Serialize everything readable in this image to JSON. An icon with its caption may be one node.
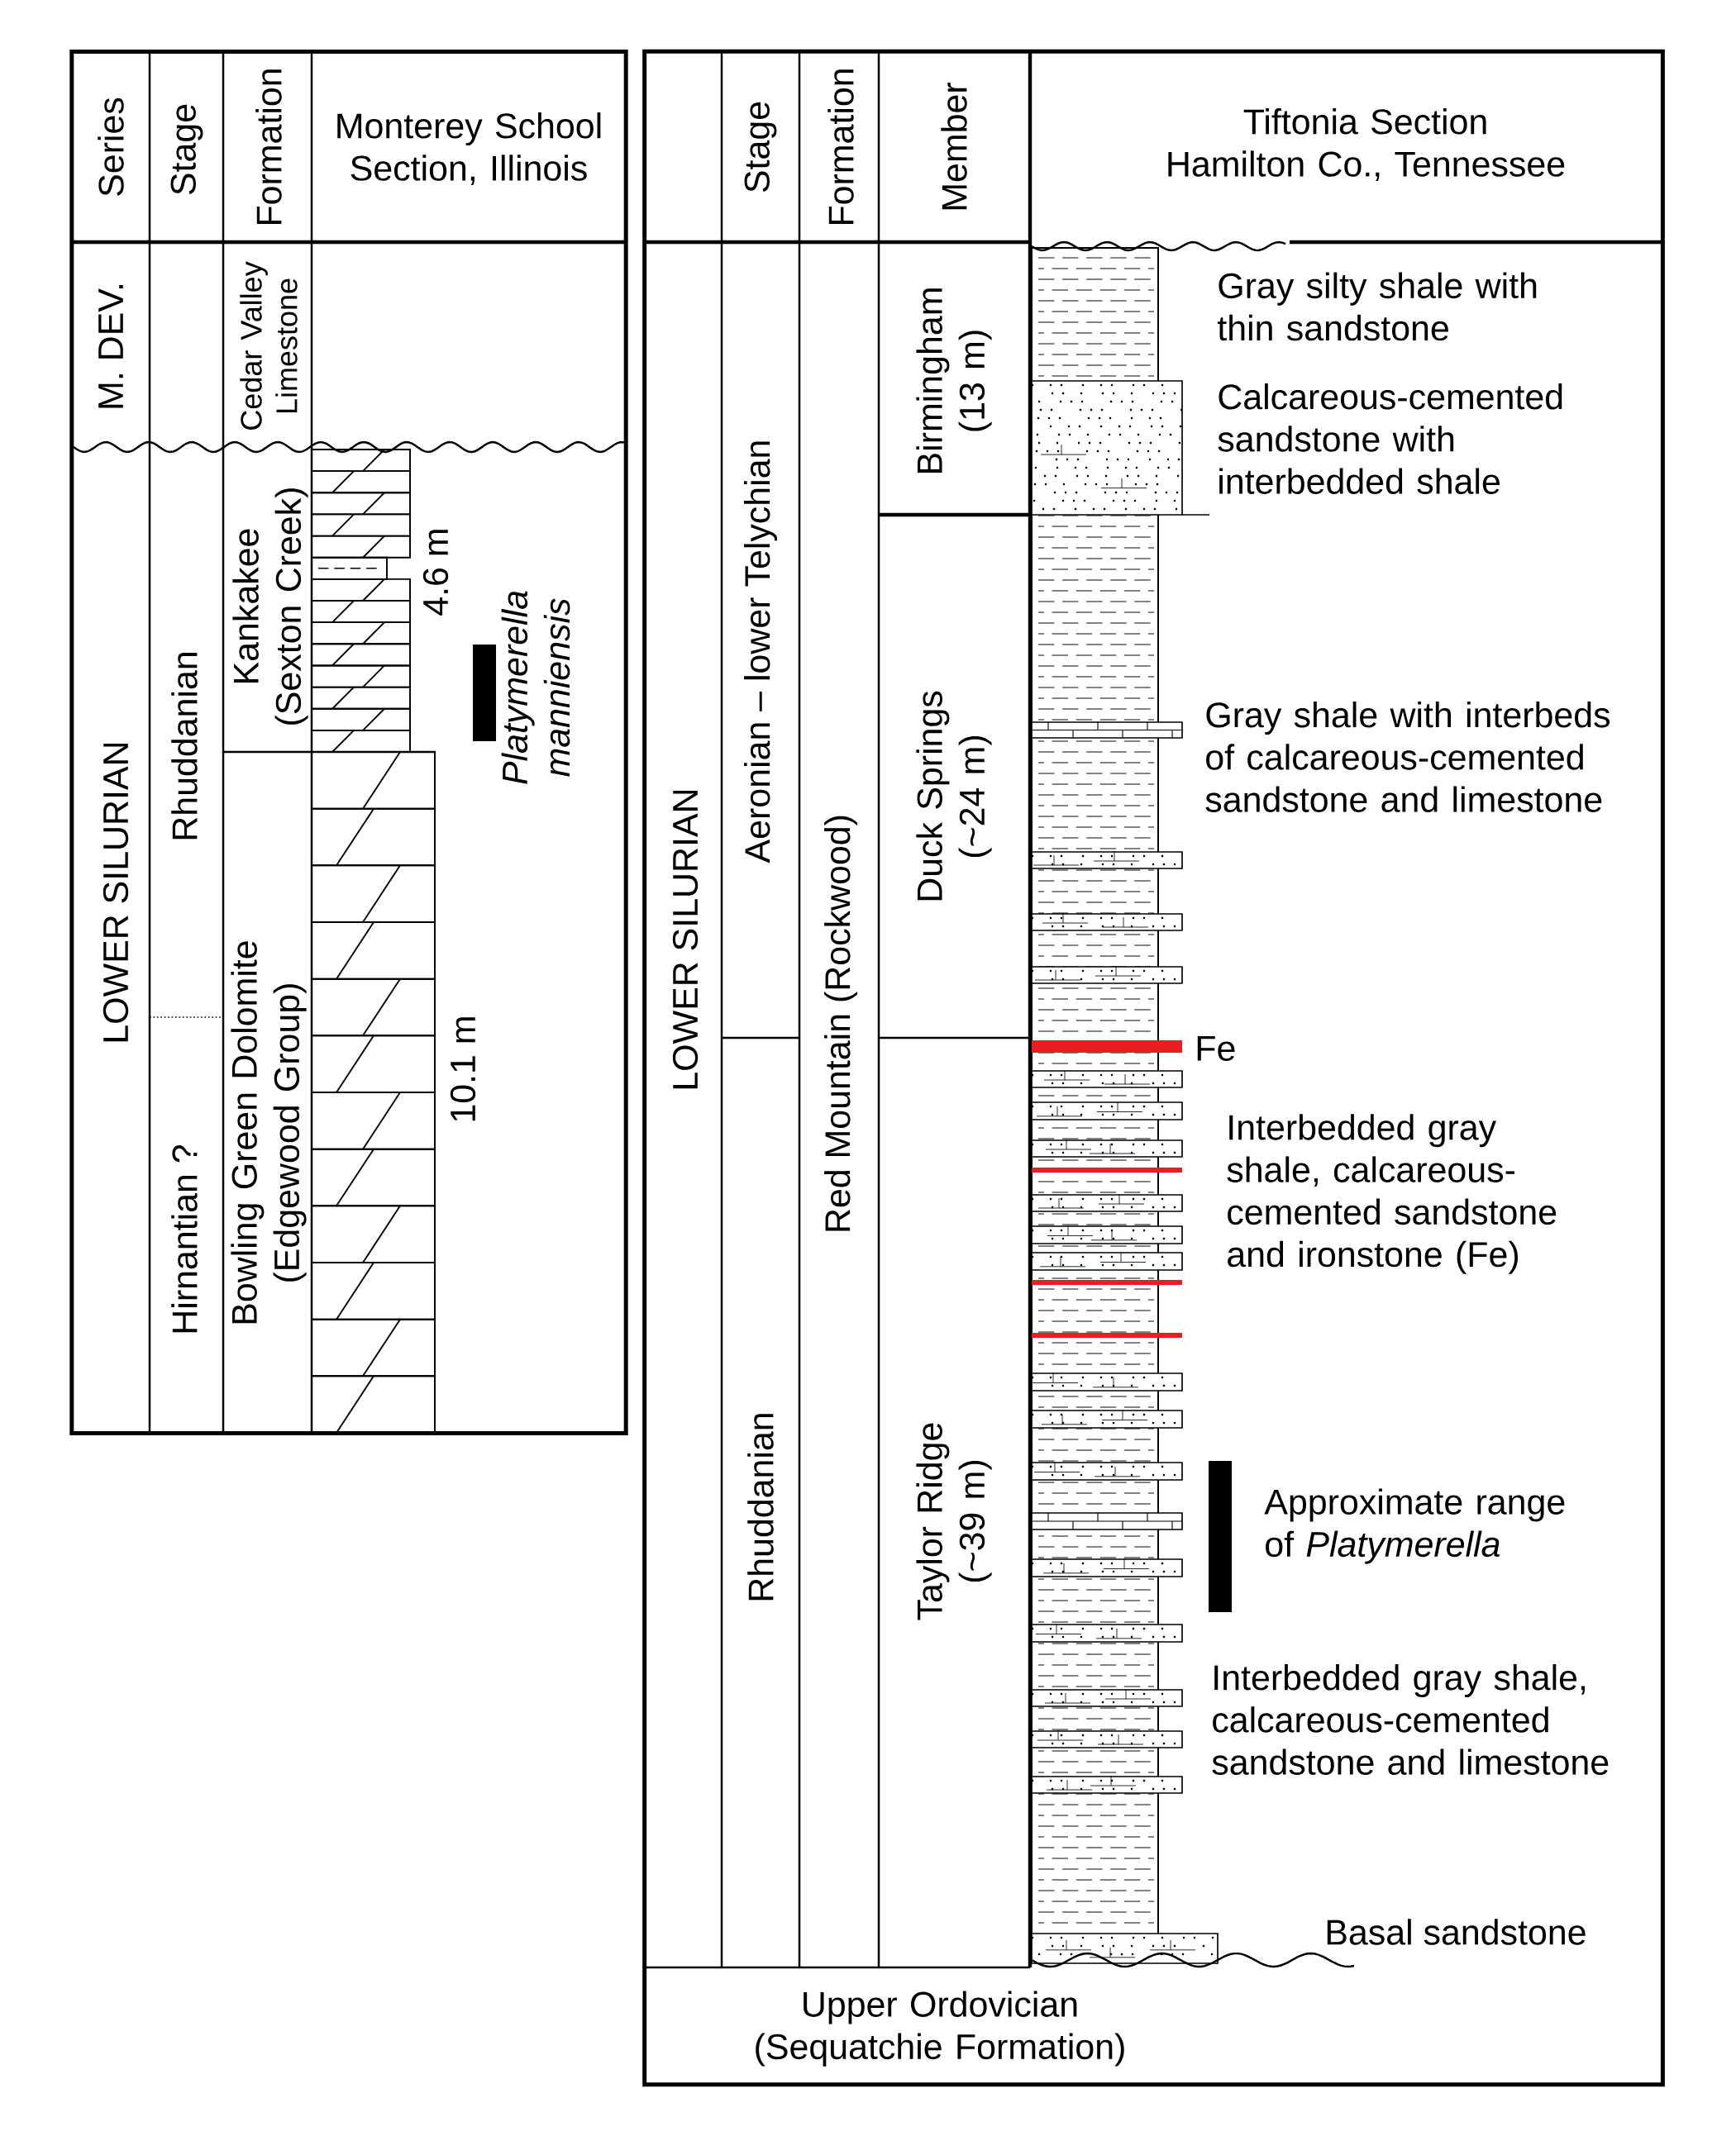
{
  "diagram": {
    "nodes": [
      {
        "text": [],
        "shape": "box"
      },
      {
        "text": [
          "Series"
        ],
        "in": 0
      },
      {
        "text": [
          "Stage"
        ],
        "in": 0
      },
      {
        "text": [
          "Formation"
        ],
        "in": 0
      },
      {
        "text": [
          "Monterey School Section, Illinois"
        ],
        "in": 0
      },
      {
        "text": [
          "M. DEV."
        ],
        "in": 0
      },
      {
        "text": [
          "LOWER SILURIAN"
        ],
        "in": 0
      },
      {
        "text": [
          "Rhuddanian"
        ],
        "in": 0
      },
      {
        "text": [
          "Hirnantian ?"
        ],
        "in": 0
      },
      {
        "text": [
          "Cedar Valley Limestone"
        ],
        "in": 0
      },
      {
        "text": [
          "Kankakee (Sexton Creek)"
        ],
        "in": 0
      },
      {
        "text": [
          "Bowling Green Dolomite (Edgewood Group)"
        ],
        "in": 0
      },
      {
        "text": [],
        "shape": "box"
      },
      {
        "text": [
          "Stage"
        ],
        "in": 12
      },
      {
        "text": [
          "Formation"
        ],
        "in": 12
      },
      {
        "text": [
          "Member"
        ],
        "in": 12
      },
      {
        "text": [
          "Tiftonia Section",
          "Hamilton Co., Tennessee"
        ],
        "in": 12
      },
      {
        "text": [
          "LOWER SILURIAN"
        ],
        "in": 12
      },
      {
        "text": [
          "Aeronian – lower Telychian"
        ],
        "in": 12
      },
      {
        "text": [
          "Rhuddanian"
        ],
        "in": 12
      },
      {
        "text": [
          "Red Mountain (Rockwood)"
        ],
        "in": 12
      },
      {
        "text": [
          "Birmingham (13 m)"
        ],
        "in": 12
      },
      {
        "text": [
          "Duck Springs (~24 m)"
        ],
        "in": 12
      },
      {
        "text": [
          "Taylor Ridge (~39 m)"
        ],
        "in": 12
      },
      {
        "text": [
          "Upper Ordovician (Sequatchie Formation)"
        ],
        "in": 12
      },
      {
        "text": [],
        "shape": "bar",
        "in": 0
      },
      {
        "text": [],
        "shape": "bar",
        "in": 12
      }
    ],
    "labels": [
      "4.6 m",
      "10.1 m",
      "Platymerella manniensis",
      "Gray silty shale with thin sandstone",
      "Calcareous-cemented sandstone with interbedded shale",
      "Gray shale with interbeds of calcareous-cemented sandstone and limestone",
      "Fe",
      "Interbedded gray shale, calcareous-cemented sandstone and ironstone (Fe)",
      "Approximate range of *Platymerella*",
      "Interbedded gray shale, calcareous-cemented sandstone and limestone",
      "Basal sandstone"
    ]
  }
}
